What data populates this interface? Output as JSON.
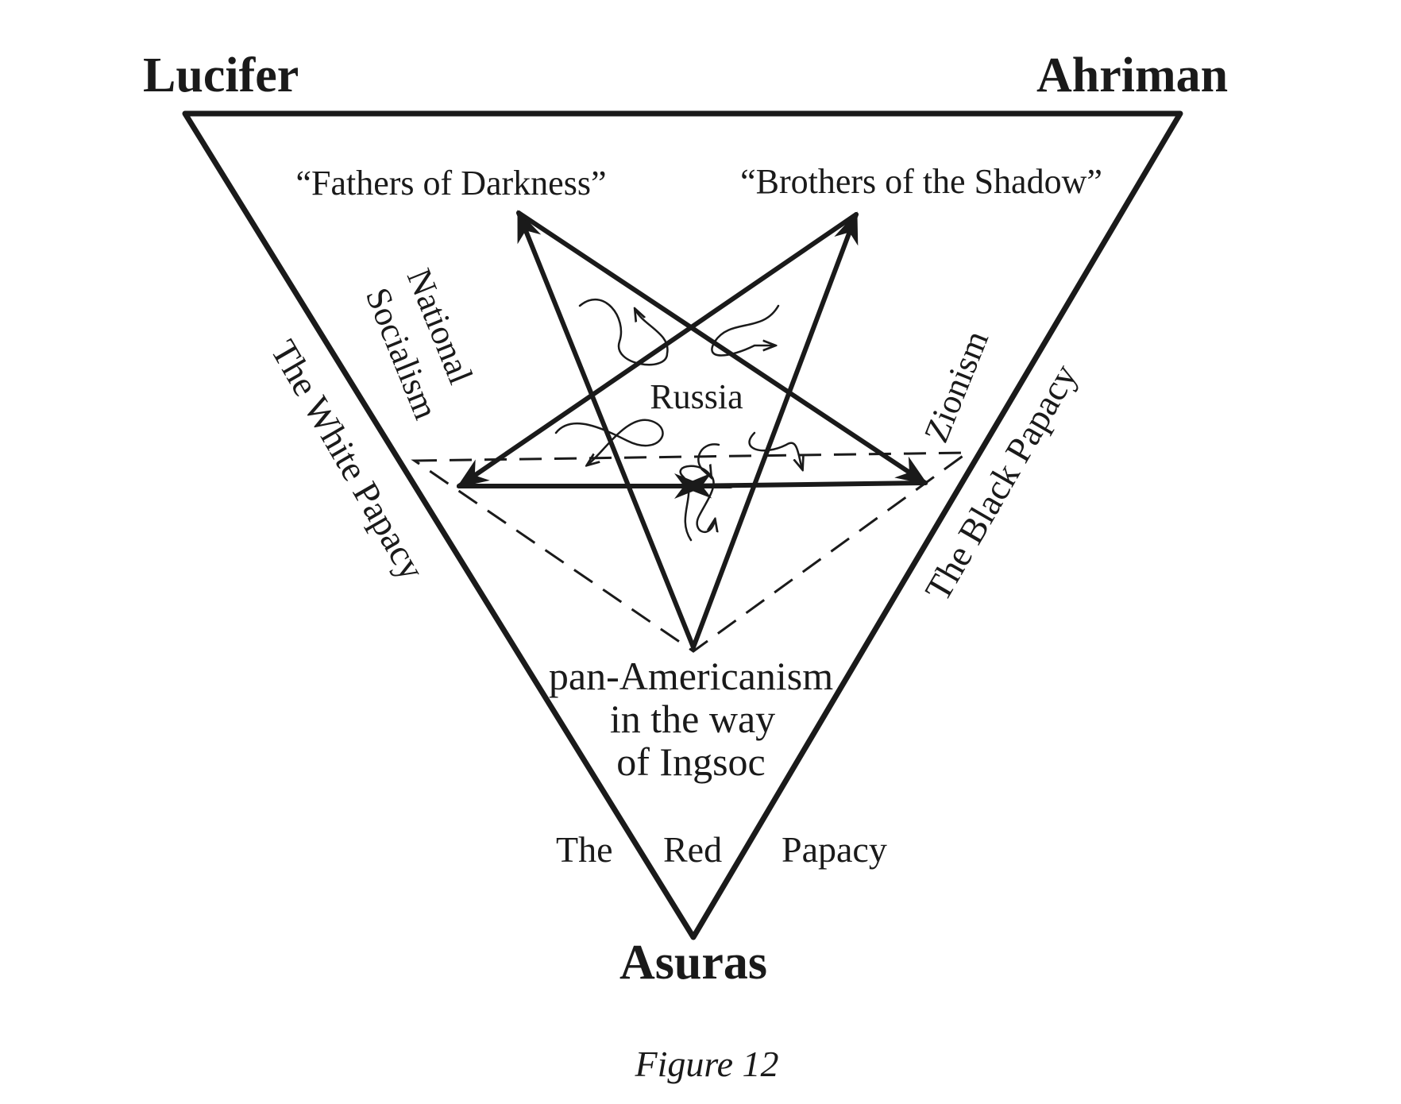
{
  "vertices": {
    "top_left": "Lucifer",
    "top_right": "Ahriman",
    "bottom": "Asuras"
  },
  "star_points": {
    "upper_left": "“Fathers of Darkness”",
    "upper_right": "“Brothers of the Shadow”"
  },
  "sides": {
    "left": "The White Papacy",
    "right": "The Black Papacy",
    "bottom": [
      "The",
      "Red",
      "Papacy"
    ]
  },
  "movements": {
    "left": [
      "National",
      "Socialism"
    ],
    "right": "Zionism",
    "center": "Russia",
    "bottom": [
      "pan-Americanism",
      "in the way",
      "of Ingsoc"
    ]
  },
  "caption": "Figure 12"
}
